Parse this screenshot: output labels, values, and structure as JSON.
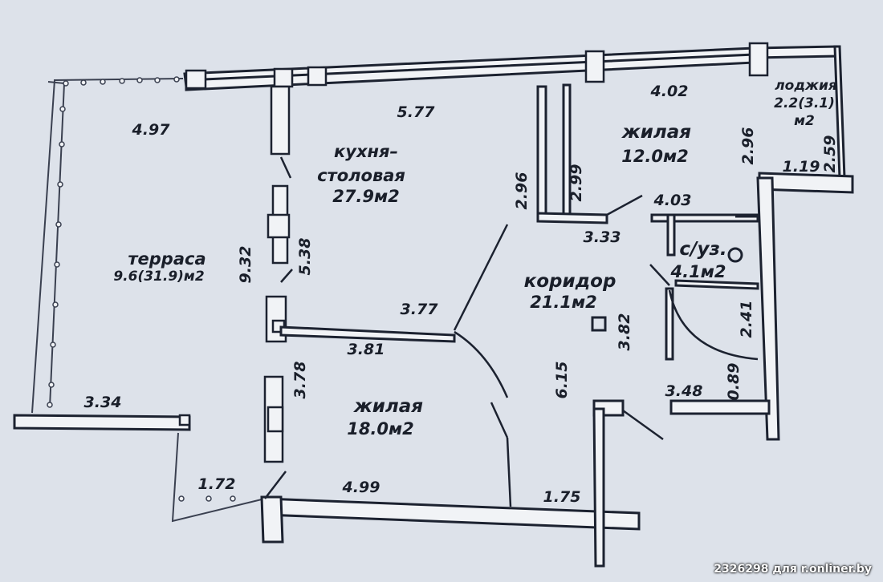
{
  "rooms": {
    "terrace": {
      "name": "терраса",
      "area": "9.6(31.9)м2"
    },
    "kitchen": {
      "name1": "кухня–",
      "name2": "столовая",
      "area": "27.9м2"
    },
    "living_small": {
      "name": "жилая",
      "area": "12.0м2"
    },
    "loggia": {
      "name": "лоджия",
      "area1": "2.2(3.1)",
      "area2": "м2"
    },
    "corridor": {
      "name": "коридор",
      "area": "21.1м2"
    },
    "bathroom": {
      "name": "с/уз.",
      "area": "4.1м2"
    },
    "living_large": {
      "name": "жилая",
      "area": "18.0м2"
    }
  },
  "dimensions": {
    "d_5_77": "5.77",
    "d_4_02": "4.02",
    "d_4_97": "4.97",
    "d_9_32": "9.32",
    "d_5_38": "5.38",
    "d_2_96_kitchen": "2.96",
    "d_2_99": "2.99",
    "d_2_96_loggia": "2.96",
    "d_1_19": "1.19",
    "d_2_59": "2.59",
    "d_4_03": "4.03",
    "d_3_33": "3.33",
    "d_3_77": "3.77",
    "d_3_81": "3.81",
    "d_3_82": "3.82",
    "d_3_78": "3.78",
    "d_6_15": "6.15",
    "d_2_41": "2.41",
    "d_0_89": "0.89",
    "d_3_48": "3.48",
    "d_3_34": "3.34",
    "d_1_72": "1.72",
    "d_4_99": "4.99",
    "d_1_75": "1.75"
  },
  "watermark": "2326298 для r.onliner.by"
}
